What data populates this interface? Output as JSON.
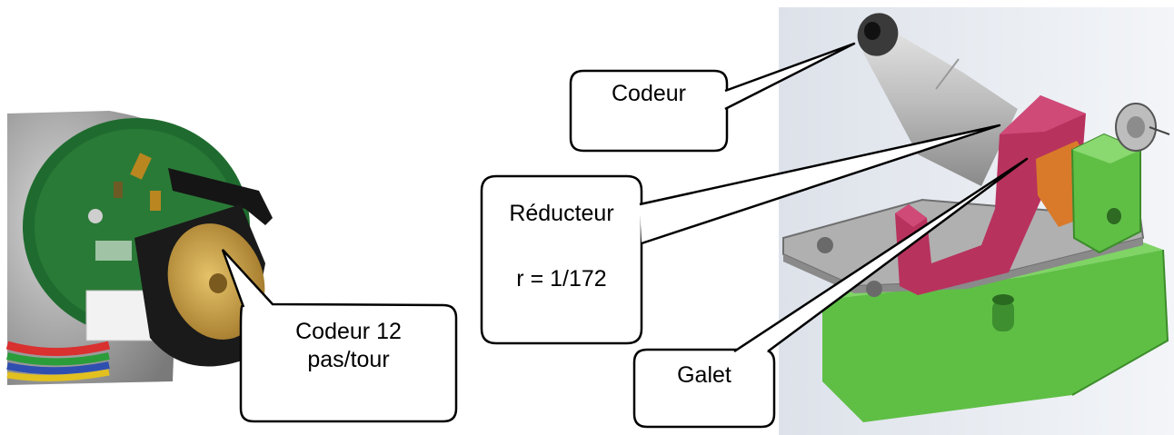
{
  "callouts": {
    "encoder_photo": {
      "line1": "Codeur 12",
      "line2": "pas/tour"
    },
    "encoder_model": {
      "label": "Codeur"
    },
    "gearbox": {
      "label": "Réducteur",
      "ratio": "r = 1/172"
    },
    "roller": {
      "label": "Galet"
    }
  },
  "colors": {
    "pcb_green": "#1f6b2f",
    "magnet_black": "#1a1a1a",
    "brass_disc": "#c9a24a",
    "motor_silver": "#c8c8c8",
    "bracket_magenta": "#b8325e",
    "coupler_orange": "#d87a2a",
    "block_green": "#5fbf45",
    "base_plate": "#b0b0b0",
    "background_panel": "#e4e8ef"
  }
}
